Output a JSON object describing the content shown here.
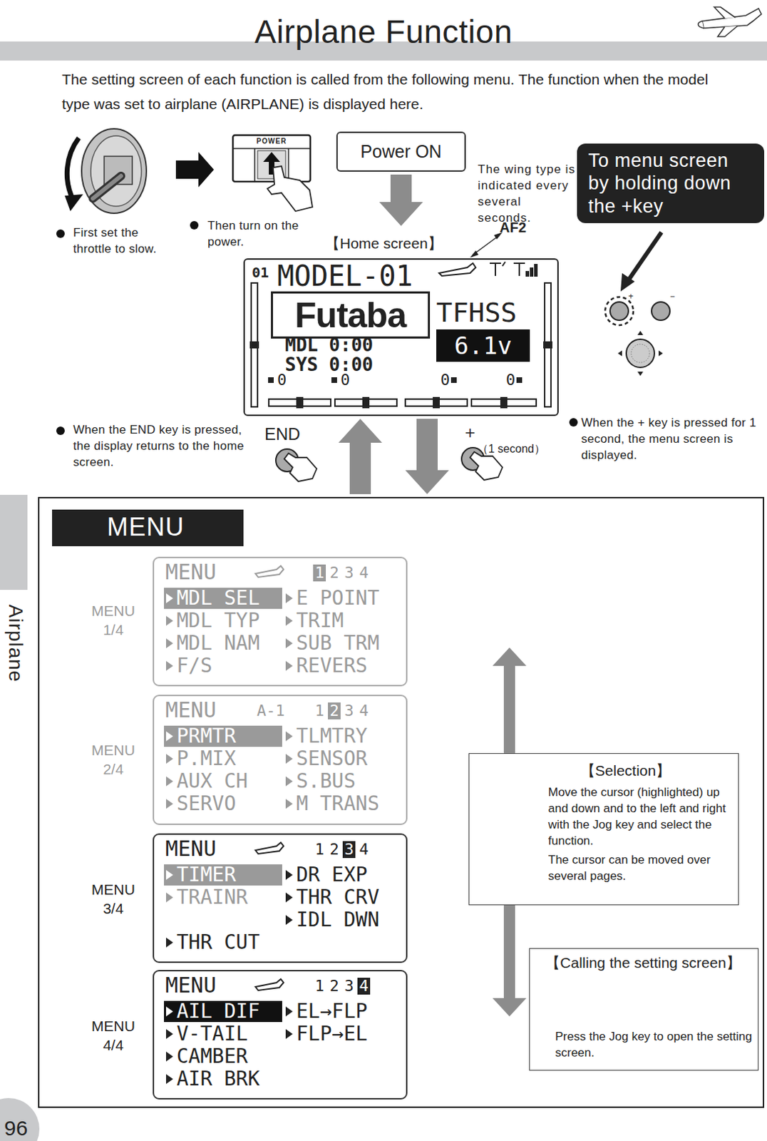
{
  "diagram": {
    "title": "Airplane Function",
    "nodes": [
      {
        "text": [
          "Power ON"
        ]
      },
      {
        "text": [
          "To menu screen by holding down the +key"
        ]
      },
      {
        "text": [
          "01",
          "MODEL-01",
          "TFHSS",
          "MDL 0:00",
          "SYS 0:00",
          "0",
          "0",
          "0",
          "0"
        ]
      },
      {
        "text": [
          "Futaba"
        ],
        "in": 2
      },
      {
        "text": [
          "6.1v"
        ],
        "in": 2
      },
      {
        "text": [
          "MENU 1/4",
          "MENU 2/4",
          "MENU 3/4",
          "MENU 4/4"
        ]
      },
      {
        "text": [
          "MENU"
        ],
        "in": 5
      },
      {
        "text": [
          "MENU",
          "1",
          "2",
          "3",
          "4",
          "MDL SEL",
          "MDL TYP",
          "MDL NAM",
          "F/S",
          "E POINT",
          "TRIM",
          "SUB TRM",
          "REVERS"
        ],
        "in": 5
      },
      {
        "text": [
          "MENU",
          "A-1",
          "1",
          "2",
          "3",
          "4",
          "PRMTR",
          "P.MIX",
          "AUX CH",
          "SERVO",
          "TLMTRY",
          "SENSOR",
          "S.BUS",
          "M TRANS"
        ],
        "in": 5
      },
      {
        "text": [
          "MENU",
          "1",
          "2",
          "3",
          "4",
          "TIMER",
          "TRAINR",
          "THR CUT",
          "DR EXP",
          "THR CRV",
          "IDL DWN"
        ],
        "in": 5
      },
      {
        "text": [
          "MENU",
          "1",
          "2",
          "3",
          "4",
          "AIL DIF",
          "V-TAIL",
          "CAMBER",
          "AIR BRK",
          "EL→FLP",
          "FLP→EL"
        ],
        "in": 5
      },
      {
        "text": [
          "【Selection】",
          "Move the cursor (highlighted) up and down and to the left and right with the Jog key and select the function.",
          "The cursor can be moved over several pages."
        ],
        "in": 5
      },
      {
        "text": [
          "【Calling the setting screen】",
          "Press the Jog key to open the setting screen."
        ],
        "in": 5
      }
    ],
    "edges": [
      {
        "from": 0,
        "to": 2,
        "arrow": "to"
      },
      {
        "from": 2,
        "to": 5,
        "arrow": "to"
      },
      {
        "from": 5,
        "to": 2,
        "arrow": "to"
      }
    ],
    "labels": [
      "The setting screen of each function is called from the following menu. The function when the model type was set to airplane (AIRPLANE) is displayed here.",
      "First set the throttle to slow.",
      "Then turn on the power.",
      "The wing type is indicated every several seconds.",
      "AF2",
      "【Home screen】",
      "When the END key is pressed, the display returns to the home screen.",
      "END",
      "＋",
      "（1 second）",
      "When the + key is pressed for 1 second, the menu screen is displayed.",
      "Airplane",
      "96",
      "POWER",
      "+",
      "−"
    ]
  }
}
